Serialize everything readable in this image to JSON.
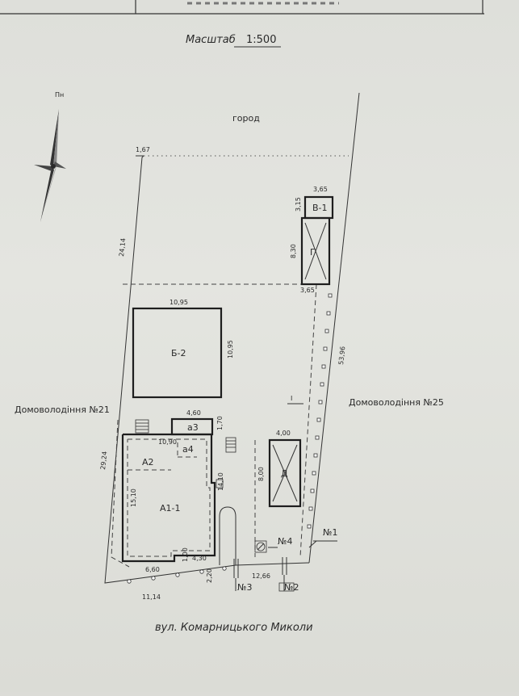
{
  "scale": {
    "label": "Масштаб",
    "value": "1:500"
  },
  "north_label": "Пн",
  "area_labels": {
    "garden": "город",
    "left_neighbor": "Домоволодіння №21",
    "right_neighbor": "Домоволодіння №25",
    "street": "вул. Комарницького Миколи"
  },
  "buildings": {
    "b2": {
      "label": "Б-2",
      "width": "10,95",
      "depth": "10,95"
    },
    "v1": {
      "label": "В-1",
      "width": "3,65",
      "depth": "3,15"
    },
    "g": {
      "label": "Г",
      "depth": "8,30",
      "width": "3,65"
    },
    "d": {
      "label": "Д",
      "width": "4,00",
      "depth": "8,00"
    },
    "a1": {
      "label": "А1-1"
    },
    "a2": {
      "label": "А2"
    },
    "a3": {
      "label": "а3",
      "width": "4,60",
      "depth": "1,70"
    },
    "a4": {
      "label": "а4"
    }
  },
  "dimensions": {
    "top_left_offset": "1,67",
    "left_upper": "24,14",
    "left_lower": "29,24",
    "right_side": "53,96",
    "bottom_left": "11,14",
    "bottom_right": "12,66",
    "bottom_gap": "2,20",
    "house_top": "10,90",
    "house_left": "15,10",
    "house_right": "14,10",
    "house_bottom": "6,60",
    "house_step_a": "1,00",
    "house_step_b": "4,30"
  },
  "markers": {
    "n1": "№1",
    "n2": "№2",
    "n3": "№3",
    "n4": "№4",
    "roman_one": "I"
  }
}
